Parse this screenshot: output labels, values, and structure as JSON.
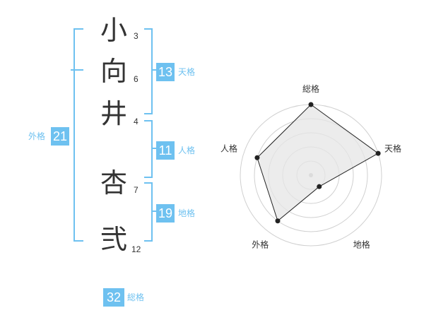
{
  "name_chars": [
    "小",
    "向",
    "井",
    "杏",
    "弐"
  ],
  "stroke_counts": [
    "3",
    "6",
    "4",
    "7",
    "12"
  ],
  "kaku": {
    "tenkaku": {
      "value": "13",
      "label": "天格"
    },
    "jinkaku": {
      "value": "11",
      "label": "人格"
    },
    "chikaku": {
      "value": "19",
      "label": "地格"
    },
    "gaikaku": {
      "value": "21",
      "label": "外格"
    },
    "soukaku": {
      "value": "32",
      "label": "総格"
    }
  },
  "chart_data": {
    "type": "radar",
    "axes": [
      "総格",
      "天格",
      "地格",
      "外格",
      "人格"
    ],
    "values": [
      5,
      5,
      1,
      4,
      4
    ],
    "rmax": 5,
    "grid_rings": 5,
    "colors": {
      "fill": "#e6e6e6",
      "line": "#222222",
      "grid": "#d0d0d0",
      "center": "#bbbbbb"
    }
  },
  "accent_color": "#6ec1f0"
}
